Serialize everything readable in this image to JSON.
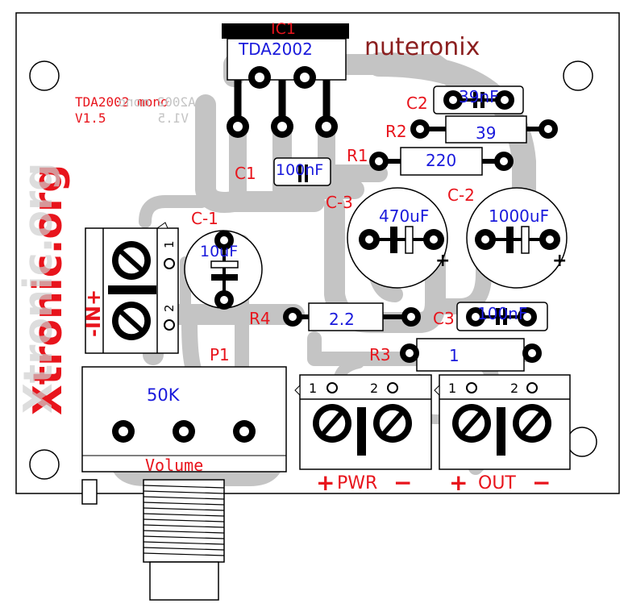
{
  "colors": {
    "board": "#ffffff",
    "trace": "#c4c4c4",
    "red_label": "#e8141c",
    "blue_value": "#1a1adc",
    "outline": "#000000",
    "brand": "#8b1f1f"
  },
  "brand": {
    "name": "nuteronix",
    "site": "Xtronic.org"
  },
  "board_title": {
    "line1": "TDA2002 mono",
    "line2": "V1.5"
  },
  "mirror_title": {
    "line1": "TDA2002 mono",
    "line2": "V1.5"
  },
  "ic": {
    "ref": "IC1",
    "part": "TDA2002"
  },
  "components": {
    "c2": {
      "ref": "C2",
      "value": "39nF"
    },
    "r2": {
      "ref": "R2",
      "value": "39"
    },
    "r1": {
      "ref": "R1",
      "value": "220"
    },
    "c1": {
      "ref": "C1",
      "value": "100nF"
    },
    "c3_elec": {
      "ref": "C-3",
      "value": "470uF",
      "polarity": "+"
    },
    "c2_elec": {
      "ref": "C-2",
      "value": "1000uF",
      "polarity": "+"
    },
    "c1_elec": {
      "ref": "C-1",
      "value": "10uF"
    },
    "r4": {
      "ref": "R4",
      "value": "2.2"
    },
    "c3": {
      "ref": "C3",
      "value": "100nF"
    },
    "r3": {
      "ref": "R3",
      "value": "1"
    },
    "p1": {
      "ref": "P1",
      "value": "50K",
      "name": "Volume"
    }
  },
  "connectors": {
    "input": {
      "label": "-IN+",
      "pin1": "1",
      "pin2": "2"
    },
    "power": {
      "label_plus": "+",
      "label": "PWR",
      "label_minus": "−",
      "pin1": "1",
      "pin2": "2"
    },
    "output": {
      "label_plus": "+",
      "label": "OUT",
      "label_minus": "−",
      "pin1": "1",
      "pin2": "2"
    }
  },
  "icons": [
    "mounting-hole-icon",
    "pad-icon",
    "screw-terminal-icon",
    "electrolytic-capacitor-icon",
    "ceramic-capacitor-icon",
    "resistor-icon",
    "potentiometer-icon"
  ]
}
